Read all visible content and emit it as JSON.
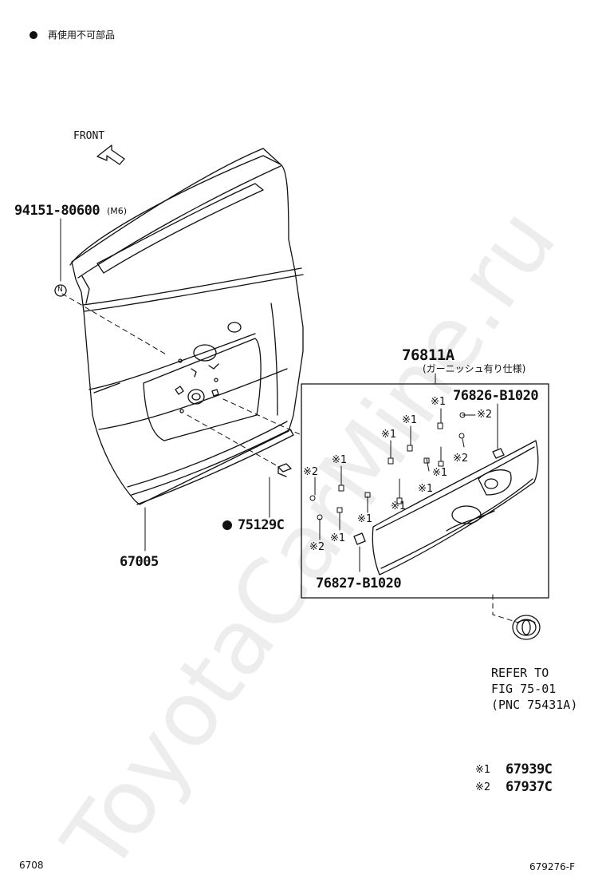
{
  "header": {
    "bullet": "●",
    "note": "再使用不可部品"
  },
  "front_label": "FRONT",
  "parts": {
    "bolt": "94151-80600",
    "bolt_size": "(M6)",
    "bolt_marker": "N",
    "door": "67005",
    "plug_bullet": "●",
    "plug": "75129C",
    "garnish": "76811A",
    "garnish_note": "(ガーニッシュ有り仕様)",
    "clip_upper": "76826-B1020",
    "clip_lower": "76827-B1020"
  },
  "callouts": {
    "m1": "※1",
    "m2": "※2"
  },
  "refer": {
    "line1": "REFER TO",
    "line2": "FIG 75-01",
    "line3": "(PNC 75431A)"
  },
  "legend": [
    {
      "mark": "※1",
      "part": "67939C"
    },
    {
      "mark": "※2",
      "part": "67937C"
    }
  ],
  "footer": {
    "page": "6708",
    "code": "679276-F"
  },
  "watermark": "ToyotaCarMine.ru"
}
